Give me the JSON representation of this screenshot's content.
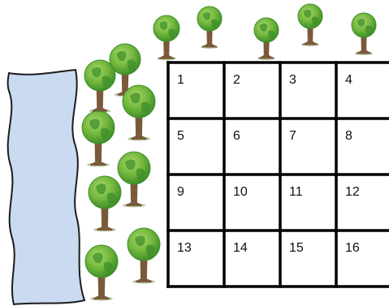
{
  "plots": [
    "1",
    "2",
    "3",
    "4",
    "5",
    "6",
    "7",
    "8",
    "9",
    "10",
    "11",
    "12",
    "13",
    "14",
    "15",
    "16"
  ],
  "colors": {
    "river_fill": "#c9daf1",
    "river_stroke": "#1c1c1c",
    "grid_line": "#000000",
    "canopy_light": "#8cc63e",
    "canopy_dark": "#3e8f2a",
    "trunk": "#7a5a3a",
    "ground": "#b9c9a4"
  },
  "icons": {
    "river": "river-shape",
    "tree": "tree-icon"
  }
}
